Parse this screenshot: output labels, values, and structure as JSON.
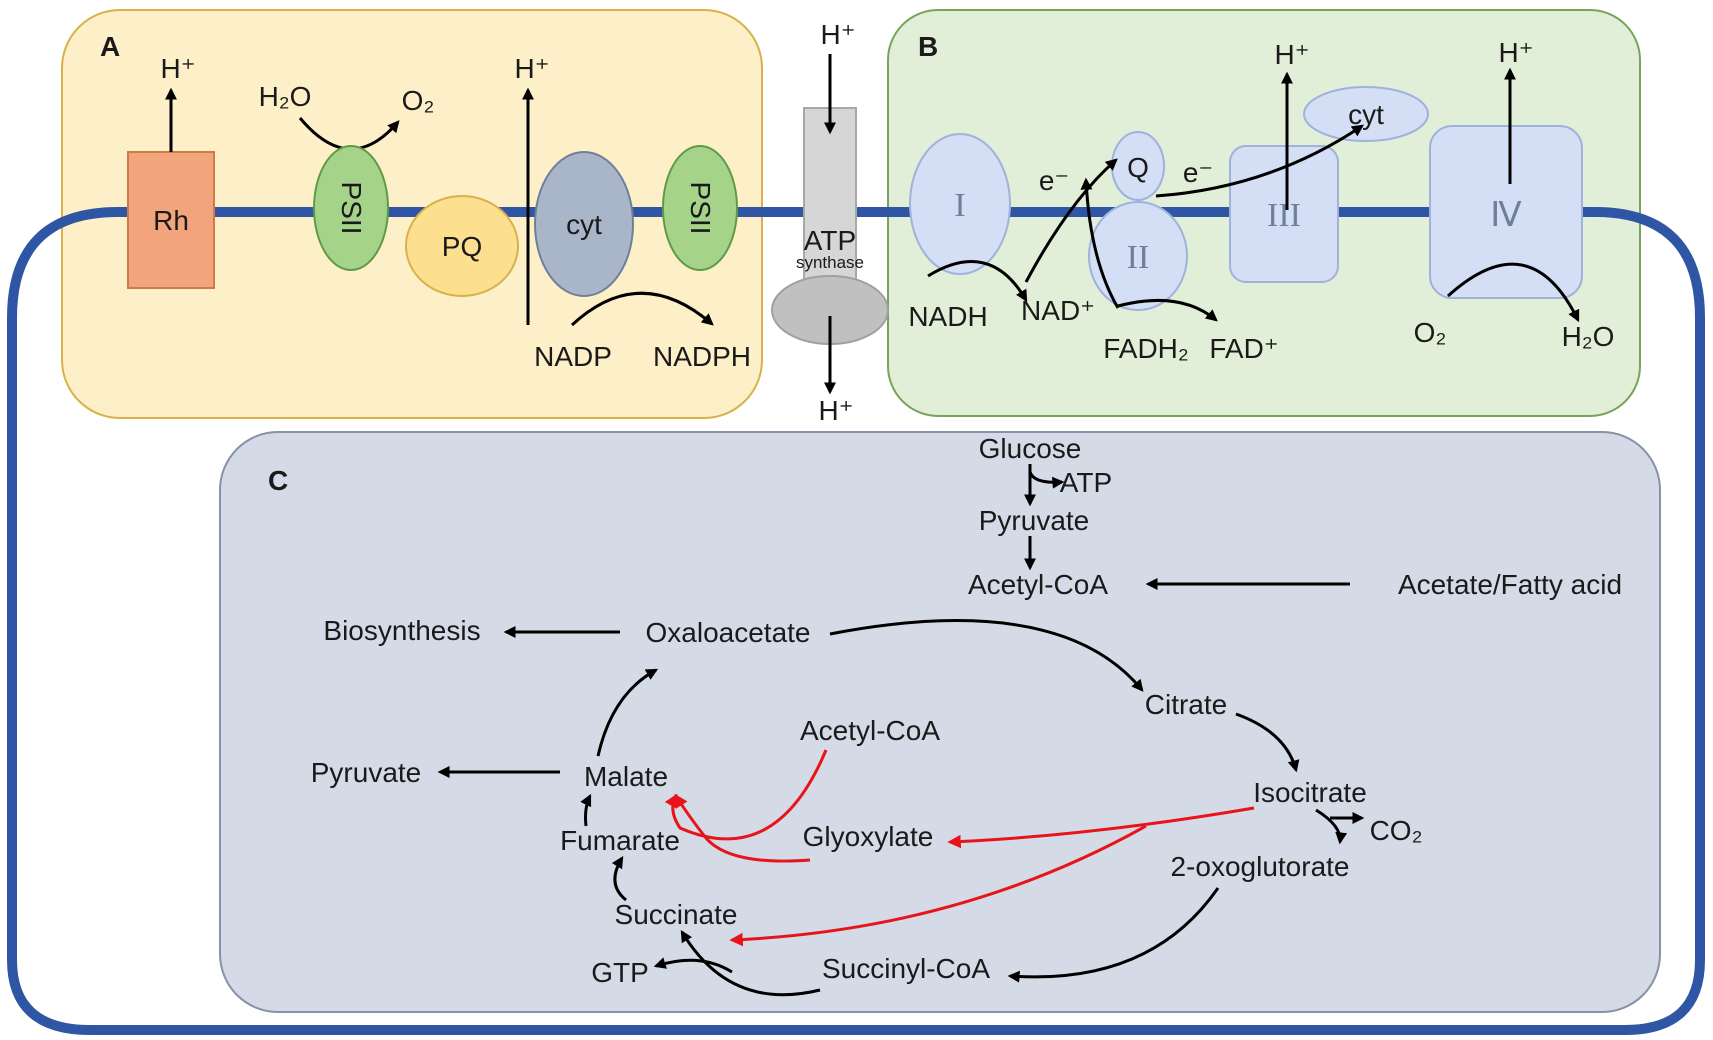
{
  "panels": {
    "a": "A",
    "b": "B",
    "c": "C"
  },
  "panel_a": {
    "rh": "Rh",
    "h_plus_rh": "H⁺",
    "water": "H₂O",
    "oxygen": "O₂",
    "psii_left": "PSII",
    "pq": "PQ",
    "h_plus_pump": "H⁺",
    "cyt": "cyt",
    "psii_right": "PSII",
    "nadp": "NADP",
    "nadph": "NADPH"
  },
  "atp_synthase": {
    "h_plus_top": "H⁺",
    "h_plus_bottom": "H⁺",
    "label": "ATP",
    "sublabel": "synthase"
  },
  "panel_b": {
    "complex_1": "I",
    "complex_2": "II",
    "complex_3": "III",
    "complex_4": "Ⅳ",
    "q": "Q",
    "cyt": "cyt",
    "e_left": "e⁻",
    "e_right": "e⁻",
    "h_plus_3": "H⁺",
    "h_plus_4": "H⁺",
    "nadh": "NADH",
    "nad_plus": "NAD⁺",
    "fadh2": "FADH₂",
    "fad_plus": "FAD⁺",
    "o2": "O₂",
    "h2o": "H₂O"
  },
  "panel_c": {
    "glucose": "Glucose",
    "atp": "ATP",
    "pyruvate_top": "Pyruvate",
    "acetyl_coa_top": "Acetyl-CoA",
    "acetate_fatty_acid": "Acetate/Fatty acid",
    "biosynthesis": "Biosynthesis",
    "oxaloacetate": "Oxaloacetate",
    "citrate": "Citrate",
    "acetyl_coa_glyox": "Acetyl-CoA",
    "pyruvate_left": "Pyruvate",
    "malate": "Malate",
    "isocitrate": "Isocitrate",
    "co2": "CO₂",
    "fumarate": "Fumarate",
    "glyoxylate": "Glyoxylate",
    "oxoglutarate": "2-oxoglutorate",
    "succinate": "Succinate",
    "gtp": "GTP",
    "succinyl_coa": "Succinyl-CoA"
  },
  "colors": {
    "membrane": "#2f56a4",
    "panel_a_fill": "#fdf0c8",
    "panel_a_stroke": "#d8b14a",
    "panel_b_fill": "#e2efd8",
    "panel_b_stroke": "#77a35a",
    "panel_c_fill": "#d4dae6",
    "panel_c_stroke": "#8892a6",
    "rh": "#f2a57c",
    "psii": "#a5d38a",
    "pq": "#fde08f",
    "cyt_a": "#a9b6c9",
    "complex": "#d4def5",
    "glyoxylate_shunt": "#e8141a"
  }
}
